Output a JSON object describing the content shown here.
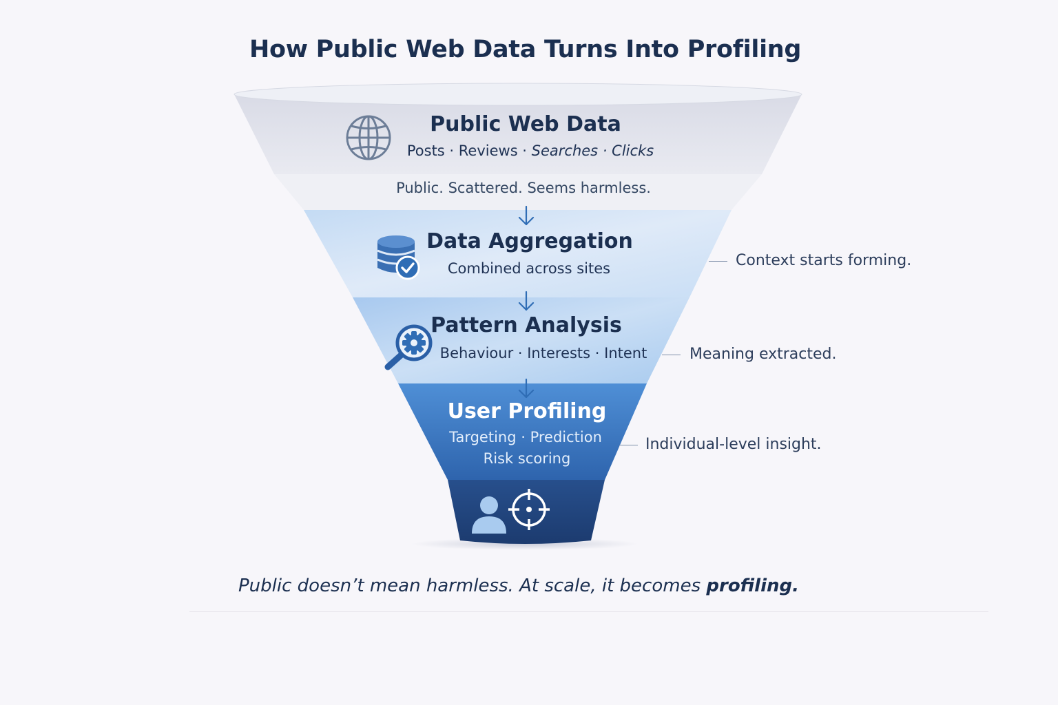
{
  "title": "How Public Web Data Turns Into Profiling",
  "stages": [
    {
      "title": "Public Web Data",
      "subtitle": "Posts · Reviews · ",
      "subtitle_italic": "Searches · Clicks",
      "note": "Public. Scattered. Seems harmless.",
      "icon": "globe-icon"
    },
    {
      "title": "Data Aggregation",
      "subtitle": "Combined across sites",
      "side_note": "Context starts forming.",
      "icon": "database-check-icon"
    },
    {
      "title": "Pattern Analysis",
      "subtitle": "Behaviour · Interests · Intent",
      "side_note": "Meaning extracted.",
      "icon": "magnifier-gear-icon"
    },
    {
      "title": "User Profiling",
      "subtitle_line1": "Targeting · Prediction",
      "subtitle_line2": "Risk scoring",
      "side_note": "Individual-level insight.",
      "icon": "user-target-icon"
    }
  ],
  "footer": {
    "text": "Public doesn’t mean harmless. At scale, it becomes ",
    "emphasis": "profiling."
  },
  "colors": {
    "navy": "#1b2f50",
    "accent_blue": "#2f6db5",
    "dark_blue": "#1d3f78"
  }
}
